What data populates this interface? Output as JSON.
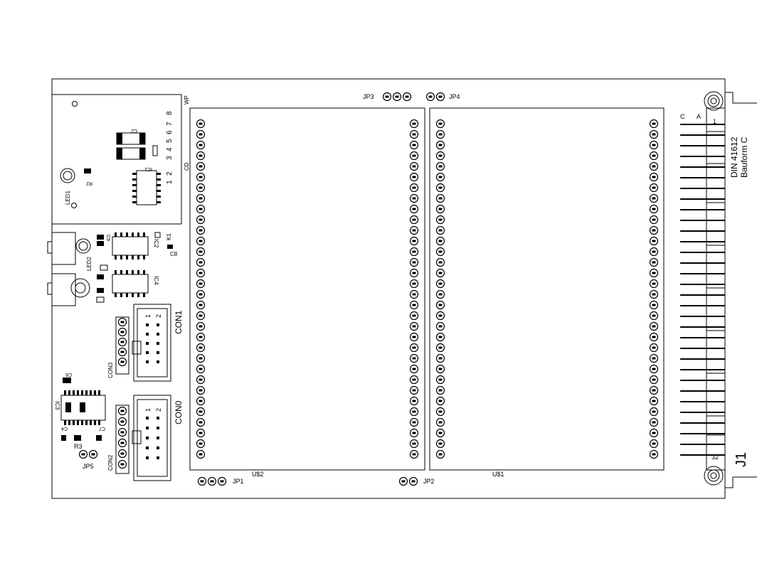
{
  "board": {
    "jumpers": {
      "jp1": "JP1",
      "jp2": "JP2",
      "jp3": "JP3",
      "jp4": "JP4",
      "jp5": "JP5"
    },
    "sockets": {
      "left": "U$2",
      "right": "U$1"
    },
    "connector": {
      "name": "J1",
      "standard_line1": "DIN 41612",
      "standard_line2": "Bauform C",
      "col_c": "C",
      "col_a": "A",
      "pin_first": "1",
      "pin_last": "32"
    },
    "ribbon": {
      "con0": "CON0",
      "con1": "CON1",
      "con2": "CON2",
      "con3": "CON3",
      "pin1": "1",
      "pin2": "2"
    },
    "parts": {
      "ic1": "IC1",
      "ic2": "IC2",
      "ic3": "IC3",
      "ic4": "IC4",
      "led1": "LED1",
      "led2": "LED2",
      "k1": "K1",
      "c2": "C2",
      "c4": "C4",
      "c6": "C6",
      "c7": "C7",
      "c8": "C8",
      "c9": "C9",
      "r2": "R2",
      "r3": "R3"
    },
    "dip": {
      "wp": "WP",
      "cd": "CD",
      "n1": "1",
      "n2": "2",
      "n3": "3",
      "n4": "4",
      "n5": "5",
      "n6": "6",
      "n7": "7",
      "n8": "8"
    }
  }
}
